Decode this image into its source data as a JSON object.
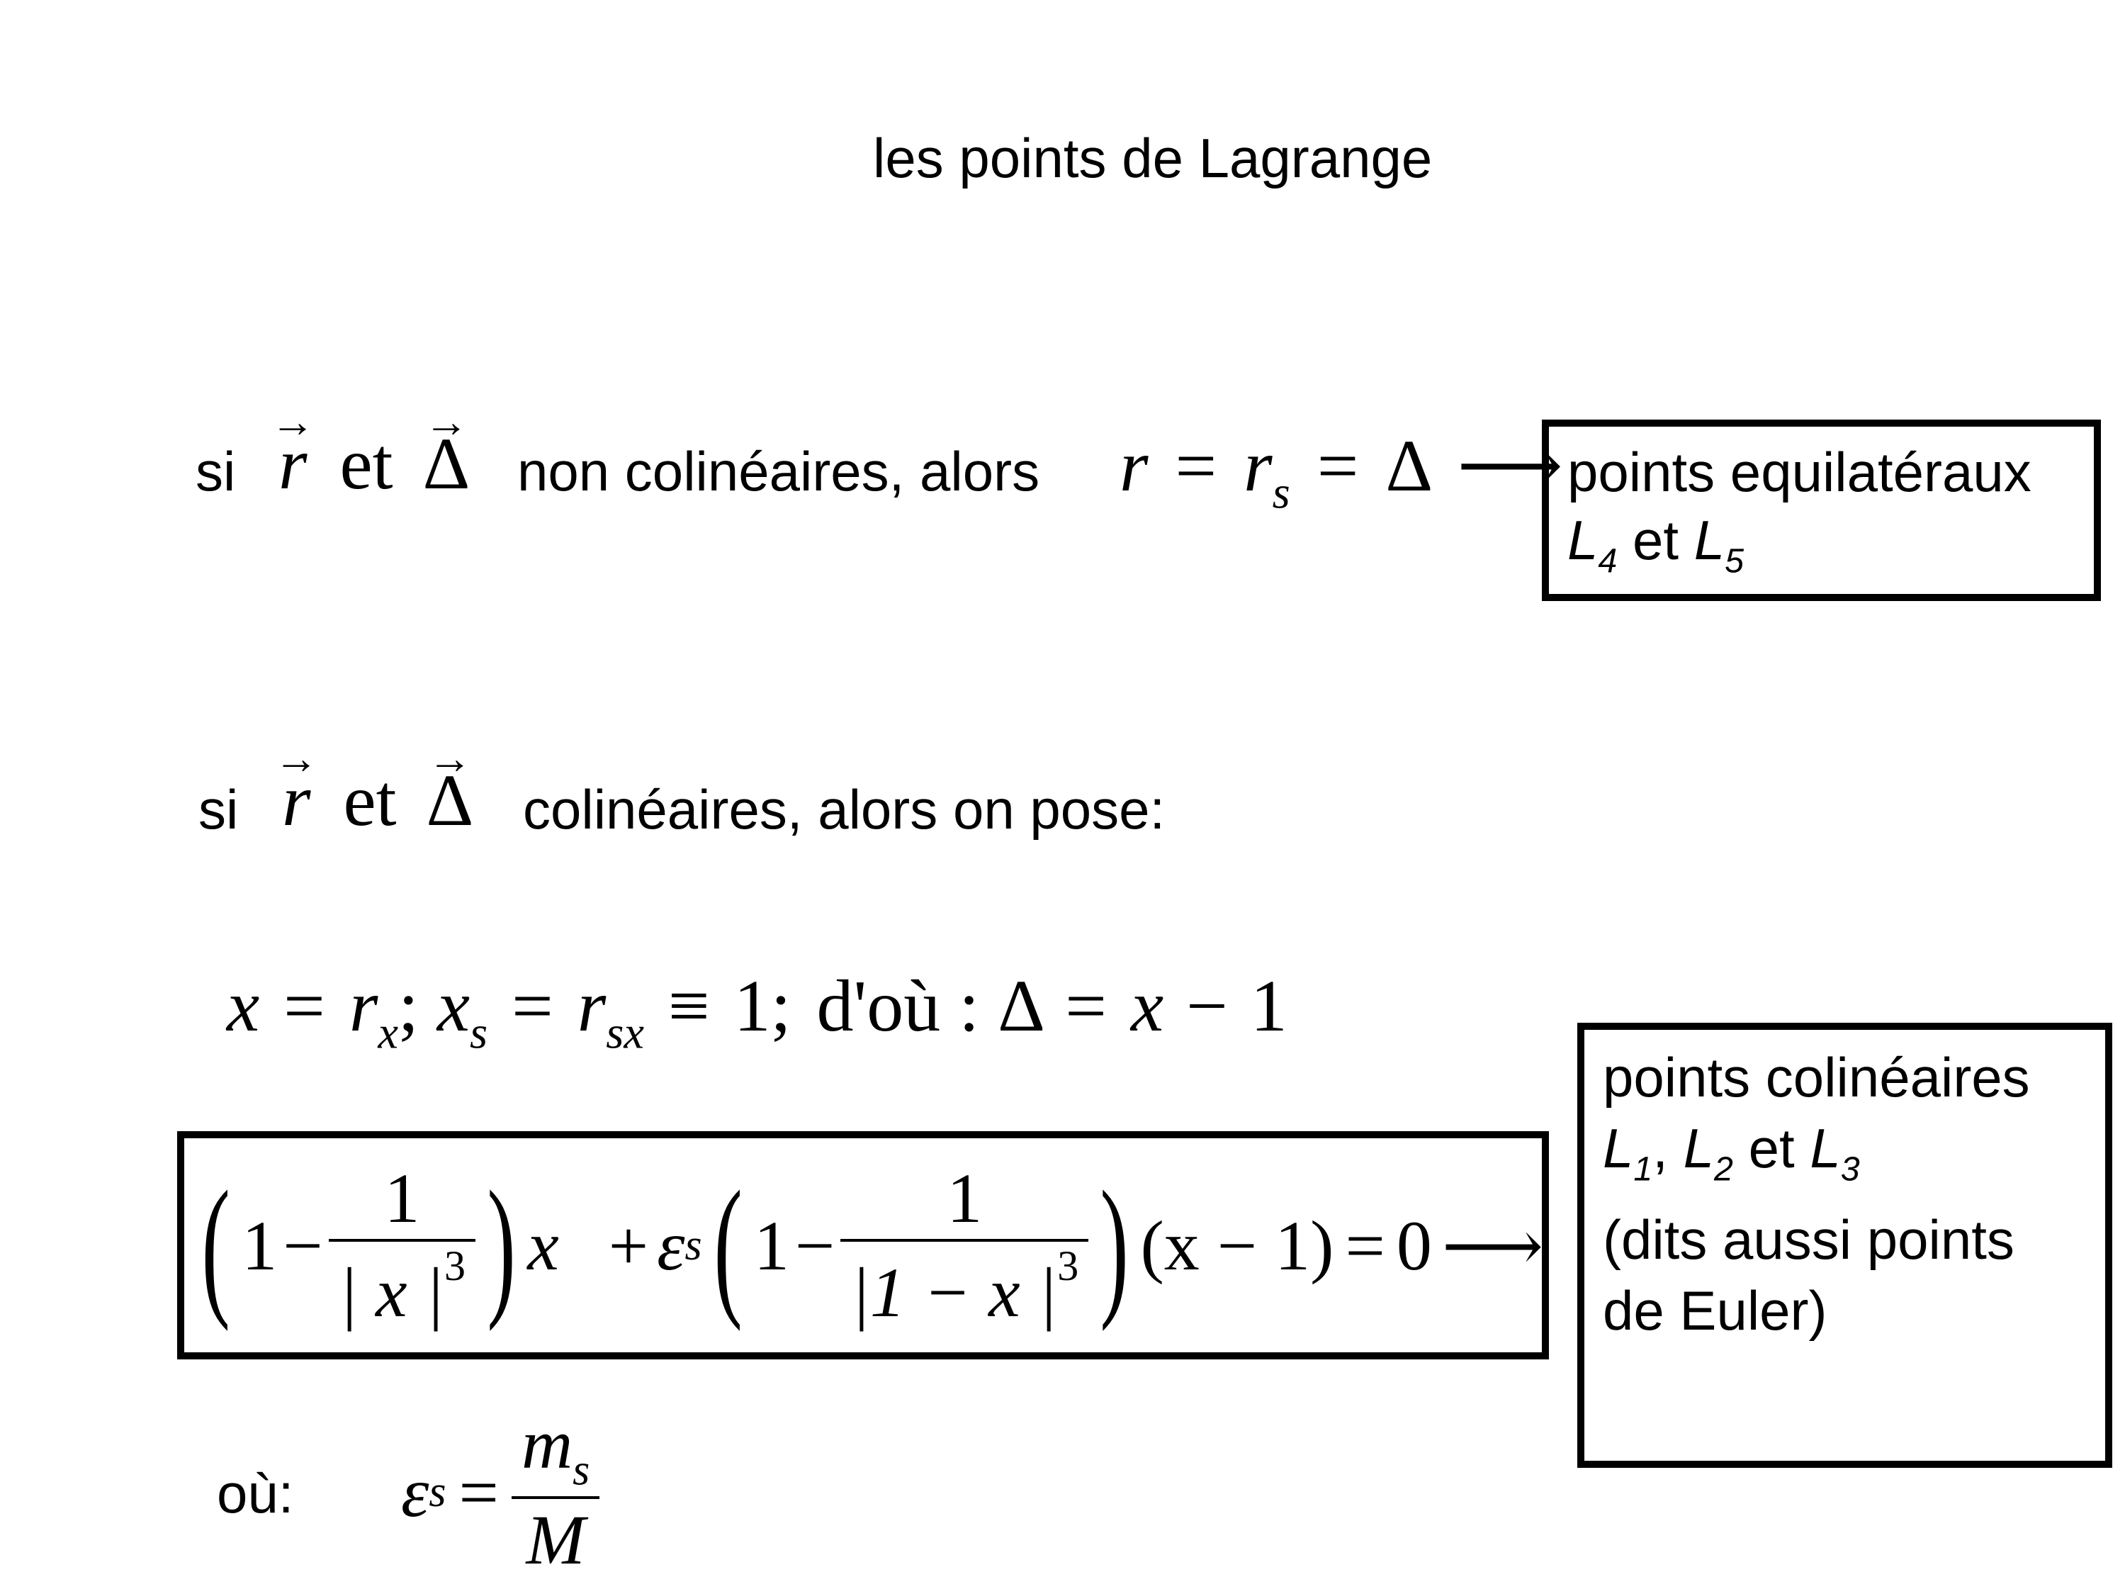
{
  "title": "les points de Lagrange",
  "row1": {
    "si": "si",
    "r": "r",
    "et": "et",
    "delta": "Δ",
    "text": "non colinéaires, alors",
    "eq_r": "r",
    "eq_equals1": "=",
    "eq_r2": "r",
    "eq_sub_s": "s",
    "eq_equals2": "=",
    "eq_delta": "Δ",
    "arrow": "⟶"
  },
  "box1": {
    "line1": "points equilatéraux",
    "L": "L",
    "sub4": "4",
    "et": "et",
    "L2": "L",
    "sub5": "5"
  },
  "row2": {
    "si": "si",
    "r": "r",
    "et": "et",
    "delta": "Δ",
    "text": "colinéaires, alors on pose:"
  },
  "row3": {
    "x": "x",
    "eq1": "=",
    "r": "r",
    "sub_x": "x",
    "semi1": ";",
    "x2": "x",
    "sub_s": "s",
    "eq2": "=",
    "r2": "r",
    "sub_sx": "sx",
    "equiv": "≡",
    "one": "1;",
    "dou": "d'où :",
    "delta": "Δ",
    "eq3": "=",
    "x3": "x",
    "minus": "−",
    "one2": "1"
  },
  "box2": {
    "lparen1": "(",
    "one1": "1",
    "minus1": "−",
    "num1": "1",
    "den1": "| x |",
    "den1_exp": "3",
    "rparen1": ")",
    "x1": "x",
    "plus": "+",
    "eps": "ε",
    "eps_sub": "s",
    "lparen2": "(",
    "one2": "1",
    "minus2": "−",
    "num2": "1",
    "den2": "|1 − x |",
    "den2_exp": "3",
    "rparen2": ")",
    "xm1": "(x − 1)",
    "equals": "=",
    "zero": "0",
    "arrow": "⟶"
  },
  "box3": {
    "line1": "points colinéaires",
    "L1": "L",
    "sub1": "1",
    "comma1": ",",
    "L2": "L",
    "sub2": "2",
    "et": "et",
    "L3": "L",
    "sub3": "3",
    "line3": "(dits aussi points",
    "line4": "de Euler)"
  },
  "row4": {
    "ou": "où:",
    "eps": "ε",
    "eps_sub": "s",
    "equals": "=",
    "num_m": "m",
    "num_sub": "s",
    "den_M": "M"
  }
}
